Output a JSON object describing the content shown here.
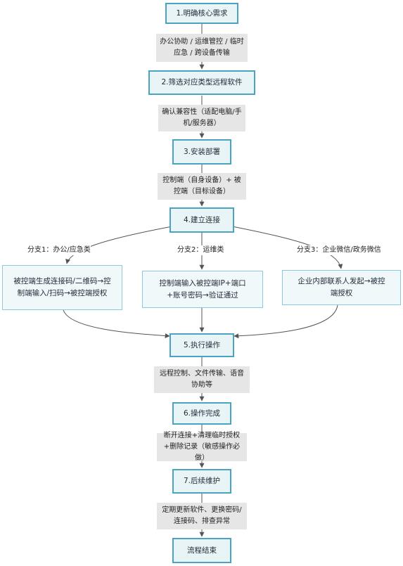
{
  "nodes": {
    "n1": "1.明确核心需求",
    "n2": "2.筛选对应类型远程软件",
    "n3": "3.安装部署",
    "n4": "4.建立连接",
    "b1": "被控端生成连接码/二维码→控制端输入/扫码→被控端授权",
    "b2": "控制端输入被控端IP+端口+账号密码→验证通过",
    "b3": "企业内部联系人发起→被控端授权",
    "n5": "5.执行操作",
    "n6": "6.操作完成",
    "n7": "7.后续维护",
    "end": "流程结束"
  },
  "edge_labels": {
    "e1": "办公协助 / 运维管控 / 临时应急 / 跨设备传输",
    "e2": "确认兼容性（适配电脑/手机/服务器）",
    "e3": "控制端（自身设备）+ 被控端（目标设备）",
    "br1": "分支1：办公/应急类",
    "br2": "分支2：运维类",
    "br3": "分支3：企业微信/政务微信",
    "e5": "远程控制、文件传输、语音协助等",
    "e6": "断开连接+清理临时授权+删除记录（敏感操作必做）",
    "e7": "定期更新软件、更换密码/连接码、排查异常"
  },
  "colors": {
    "node_fill": "#e9f4f7",
    "node_border": "#6fb6cc",
    "edge": "#555555",
    "label_fill": "#e6e6e6"
  }
}
